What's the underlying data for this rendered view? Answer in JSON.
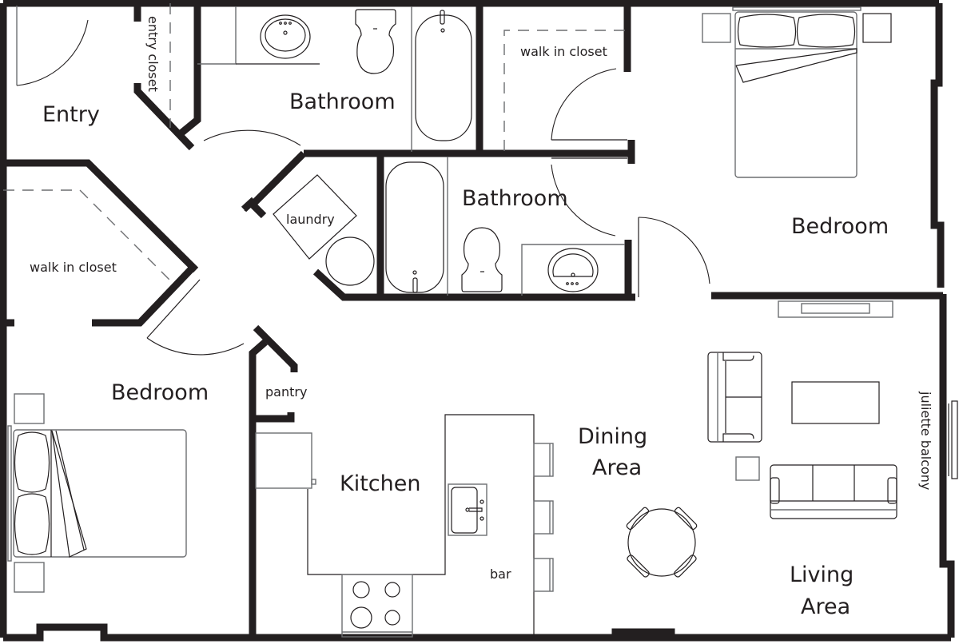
{
  "floor_plan": {
    "wall_color": "#231f20",
    "fixture_color": "#6d6e71",
    "background": "#ffffff",
    "rooms": {
      "entry": "Entry",
      "entry_closet": "entry closet",
      "bathroom_1": "Bathroom",
      "walk_in_closet_1": "walk in closet",
      "bedroom_1": "Bedroom",
      "laundry": "laundry",
      "bathroom_2": "Bathroom",
      "walk_in_closet_2": "walk in closet",
      "bedroom_2": "Bedroom",
      "pantry": "pantry",
      "kitchen": "Kitchen",
      "bar": "bar",
      "dining_line1": "Dining",
      "dining_line2": "Area",
      "living_line1": "Living",
      "living_line2": "Area",
      "juliette_balcony": "juliette balcony"
    },
    "furniture": [
      "bed-top-right",
      "nightstand",
      "nightstand",
      "bed-left",
      "nightstand",
      "nightstand",
      "toilet",
      "toilet",
      "bathtub",
      "bathtub",
      "vanity-sink",
      "vanity-sink",
      "washer",
      "dryer",
      "refrigerator",
      "kitchen-sink",
      "stove",
      "bar-stool",
      "bar-stool",
      "bar-stool",
      "dining-table",
      "dining-chair",
      "dining-chair",
      "dining-chair",
      "dining-chair",
      "tv-console",
      "loveseat",
      "sofa",
      "coffee-table",
      "side-table"
    ]
  }
}
